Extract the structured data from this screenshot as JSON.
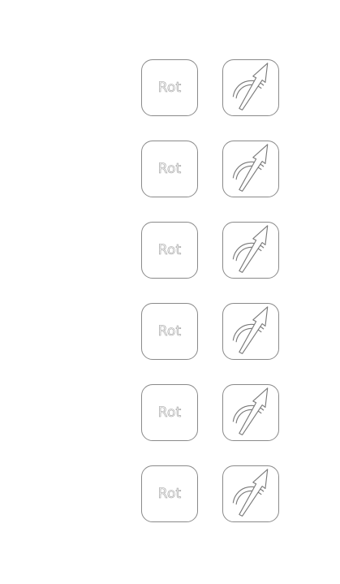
{
  "rows": [
    {
      "label": "Rot",
      "icon": "rotation-arrow-icon"
    },
    {
      "label": "Rot",
      "icon": "rotation-arrow-icon"
    },
    {
      "label": "Rot",
      "icon": "rotation-arrow-icon"
    },
    {
      "label": "Rot",
      "icon": "rotation-arrow-icon"
    },
    {
      "label": "Rot",
      "icon": "rotation-arrow-icon"
    },
    {
      "label": "Rot",
      "icon": "rotation-arrow-icon"
    }
  ],
  "colors": {
    "outline": "#8a8a8a",
    "background": "#ffffff"
  }
}
